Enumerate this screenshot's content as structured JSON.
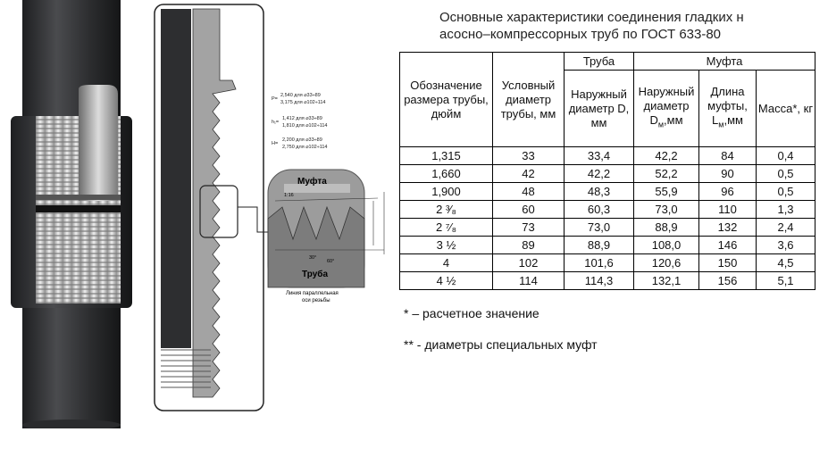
{
  "title": {
    "line1": "Основные характеристики соединения гладких н",
    "line2": "асосно–компрессорных труб по ГОСТ 633-80"
  },
  "drawing": {
    "coupling_label": "Муфта",
    "pipe_label": "Труба",
    "parallel_line_1": "Линия параллельная",
    "parallel_line_2": "оси резьбы",
    "taper": "1:16",
    "angle_30": "30°",
    "angle_60": "60°",
    "spec_p": "P={2,540 для ⌀33÷89 / 3,175 для ⌀102÷114}",
    "spec_p_1": "2,540 для ⌀33÷89",
    "spec_p_2": "3,175 для ⌀102÷114",
    "spec_h1_1": "1,412 для ⌀33÷89",
    "spec_h1_2": "1,810 для ⌀102÷114",
    "spec_h_1": "2,200 для ⌀33÷89",
    "spec_h_2": "2,750 для ⌀102÷114"
  },
  "table": {
    "headers": {
      "designation": "Обозначение размера трубы, дюйм",
      "nominal": "Условный диаметр трубы, мм",
      "pipe_group": "Труба",
      "coupling_group": "Муфта",
      "pipe_od": "Наружный диаметр D, мм",
      "coupling_od_main": "Наружный диаметр D",
      "coupling_od_sub": "м",
      "coupling_od_unit": ",мм",
      "length_main": "Длина муфты, L",
      "length_sub": "м",
      "length_unit": ",мм",
      "mass": "Масса*, кг"
    },
    "rows": [
      {
        "size": "1,315",
        "nominal": "33",
        "pipe_od": "33,4",
        "coupling_od": "42,2",
        "length": "84",
        "mass": "0,4"
      },
      {
        "size": "1,660",
        "nominal": "42",
        "pipe_od": "42,2",
        "coupling_od": "52,2",
        "length": "90",
        "mass": "0,5"
      },
      {
        "size": "1,900",
        "nominal": "48",
        "pipe_od": "48,3",
        "coupling_od": "55,9",
        "length": "96",
        "mass": "0,5"
      },
      {
        "size": "2 ³⁄₈",
        "nominal": "60",
        "pipe_od": "60,3",
        "coupling_od": "73,0",
        "length": "110",
        "mass": "1,3"
      },
      {
        "size": "2 ⁷⁄₈",
        "nominal": "73",
        "pipe_od": "73,0",
        "coupling_od": "88,9",
        "length": "132",
        "mass": "2,4"
      },
      {
        "size": "3 ½",
        "nominal": "89",
        "pipe_od": "88,9",
        "coupling_od": "108,0",
        "length": "146",
        "mass": "3,6"
      },
      {
        "size": "4",
        "nominal": "102",
        "pipe_od": "101,6",
        "coupling_od": "120,6",
        "length": "150",
        "mass": "4,5"
      },
      {
        "size": "4 ½",
        "nominal": "114",
        "pipe_od": "114,3",
        "coupling_od": "132,1",
        "length": "156",
        "mass": "5,1"
      }
    ]
  },
  "notes": {
    "estimated": "* – расчетное значение",
    "special": "** - диаметры специальных муфт"
  },
  "colors": {
    "pipe_dark": "#3a3b3d",
    "thread_light": "#d8d8d8",
    "section_gray": "#9a9a9a"
  }
}
